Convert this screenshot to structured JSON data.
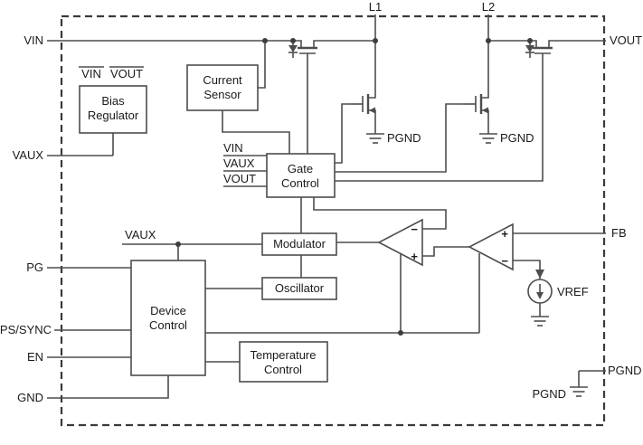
{
  "pins": {
    "vin": "VIN",
    "vaux": "VAUX",
    "pg": "PG",
    "ps_sync": "PS/SYNC",
    "en": "EN",
    "gnd": "GND",
    "l1": "L1",
    "l2": "L2",
    "vout": "VOUT",
    "fb": "FB",
    "pgnd": "PGND",
    "pgnd_inner": "PGND",
    "pgnd_sw_b": "PGND",
    "pgnd_sw_c": "PGND"
  },
  "blocks": {
    "bias_regulator": {
      "line1": "Bias",
      "line2": "Regulator",
      "input_vin": "VIN",
      "input_vout": "VOUT"
    },
    "current_sensor": {
      "line1": "Current",
      "line2": "Sensor"
    },
    "gate_control": {
      "line1": "Gate",
      "line2": "Control",
      "input_vin": "VIN",
      "input_vaux": "VAUX",
      "input_vout": "VOUT"
    },
    "modulator": {
      "label": "Modulator"
    },
    "oscillator": {
      "label": "Oscillator"
    },
    "device_control": {
      "line1": "Device",
      "line2": "Control",
      "supply_label": "VAUX"
    },
    "temperature_control": {
      "line1": "Temperature",
      "line2": "Control"
    }
  },
  "symbols": {
    "vref_label": "VREF",
    "comparator_minus": "−",
    "comparator_plus": "+",
    "error_amp_plus": "+",
    "error_amp_minus": "−"
  },
  "colors": {
    "wire": "#4d4d4d",
    "box_stroke": "#4d4d4d",
    "text": "#1a1a1a",
    "background": "#ffffff"
  }
}
